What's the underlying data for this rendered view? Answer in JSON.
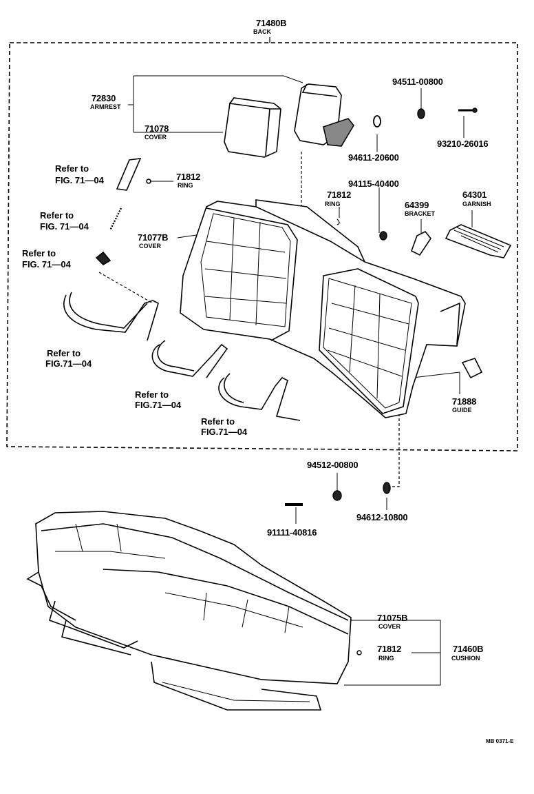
{
  "back_assembly": {
    "part_no": "71480B",
    "name": "BACK"
  },
  "armrest": {
    "part_no": "72830",
    "name": "ARMREST"
  },
  "armrest_cover": {
    "part_no": "71078",
    "name": "COVER"
  },
  "back_cover": {
    "part_no": "71077B",
    "name": "COVER"
  },
  "ring_back": {
    "part_no": "71812",
    "name": "RING"
  },
  "ring_upper": {
    "part_no": "71812",
    "name": "RING"
  },
  "nut_94511": {
    "part_no": "94511-00800"
  },
  "bolt_93210": {
    "part_no": "93210-26016"
  },
  "nut_94611": {
    "part_no": "94611-20600"
  },
  "nut_94115": {
    "part_no": "94115-40400"
  },
  "bracket": {
    "part_no": "64399",
    "name": "BRACKET"
  },
  "garnish": {
    "part_no": "64301",
    "name": "GARNISH"
  },
  "guide": {
    "part_no": "71888",
    "name": "GUIDE"
  },
  "nut_94512": {
    "part_no": "94512-00800"
  },
  "nut_94612": {
    "part_no": "94612-10800"
  },
  "bolt_91111": {
    "part_no": "91111-40816"
  },
  "cushion_cover": {
    "part_no": "71075B",
    "name": "COVER"
  },
  "ring_cushion": {
    "part_no": "71812",
    "name": "RING"
  },
  "cushion_assembly": {
    "part_no": "71460B",
    "name": "CUSHION"
  },
  "refs": {
    "ref1_l1": "Refer to",
    "ref1_l2": "FIG. 71—04",
    "ref2_l1": "Refer to",
    "ref2_l2": "FIG. 71—04",
    "ref3_l1": "Refer to",
    "ref3_l2": "FIG. 71—04",
    "ref4_l1": "Refer to",
    "ref4_l2": "FIG.71—04",
    "ref5_l1": "Refer to",
    "ref5_l2": "FIG.71—04",
    "ref6_l1": "Refer to",
    "ref6_l2": "FIG.71—04"
  },
  "drawing_code": "MB 0371-E"
}
